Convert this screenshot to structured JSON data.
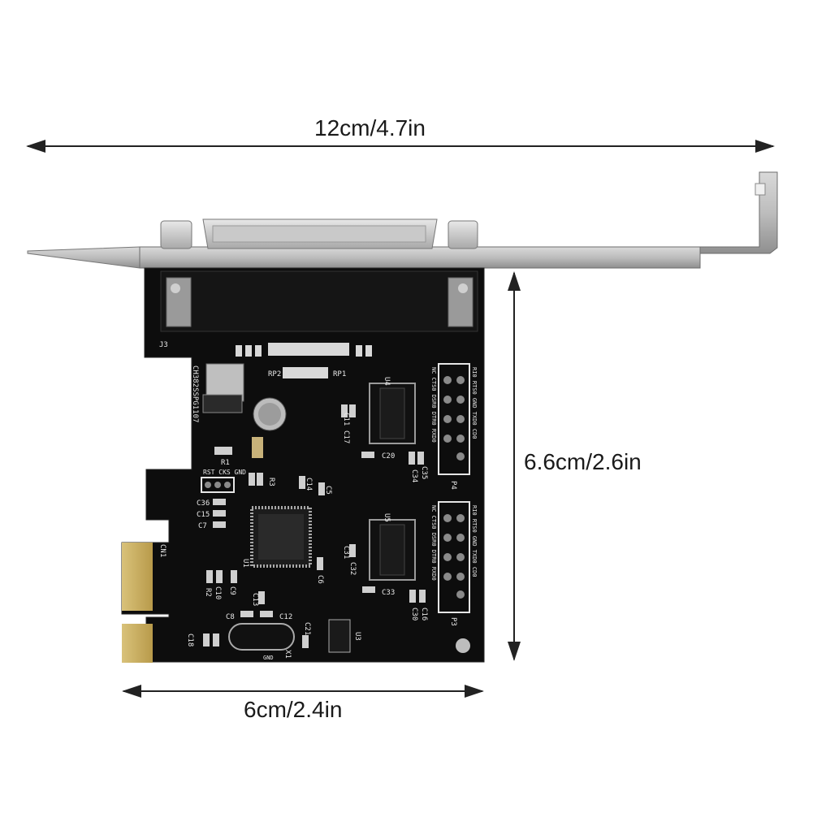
{
  "dimensions": {
    "width": "12cm/4.7in",
    "height": "6.6cm/2.6in",
    "bottom_width": "6cm/2.4in"
  },
  "silkscreen": {
    "chip_main": "CH382SSPG1107",
    "connector": "J3",
    "rp2": "RP2",
    "rp1": "RP1",
    "u4": "U4",
    "u5": "U5",
    "u1": "U1",
    "u3": "U3",
    "c20": "C20",
    "c33": "C33",
    "c11": "C11",
    "c17": "C17",
    "c14": "C14",
    "c5": "C5",
    "c36": "C36",
    "c15": "C15",
    "c7": "C7",
    "c9": "C9",
    "c10": "C10",
    "c13": "C13",
    "c8": "C8",
    "c12": "C12",
    "c18": "C18",
    "c6": "C6",
    "c21": "C21",
    "c35": "C35",
    "c34": "C34",
    "c16": "C16",
    "c30": "C30",
    "c32": "C32",
    "c31": "C31",
    "r1": "R1",
    "r2": "R2",
    "r3": "R3",
    "x1": "X1",
    "gnd": "GND",
    "header": "RST CKS GND",
    "p4": "P4",
    "p3": "P3",
    "cn1": "CN1",
    "p4_pins": "NC CTS0 DSR0 DTR0 RXD0",
    "p4_pins2": "RI0 RTS0 GND TXD0 CD0",
    "p3_pins": "NC CTS0 DSR0 DTR0 RXD0",
    "p3_pins2": "RI0 RTS0 GND TXD0 CD0"
  }
}
